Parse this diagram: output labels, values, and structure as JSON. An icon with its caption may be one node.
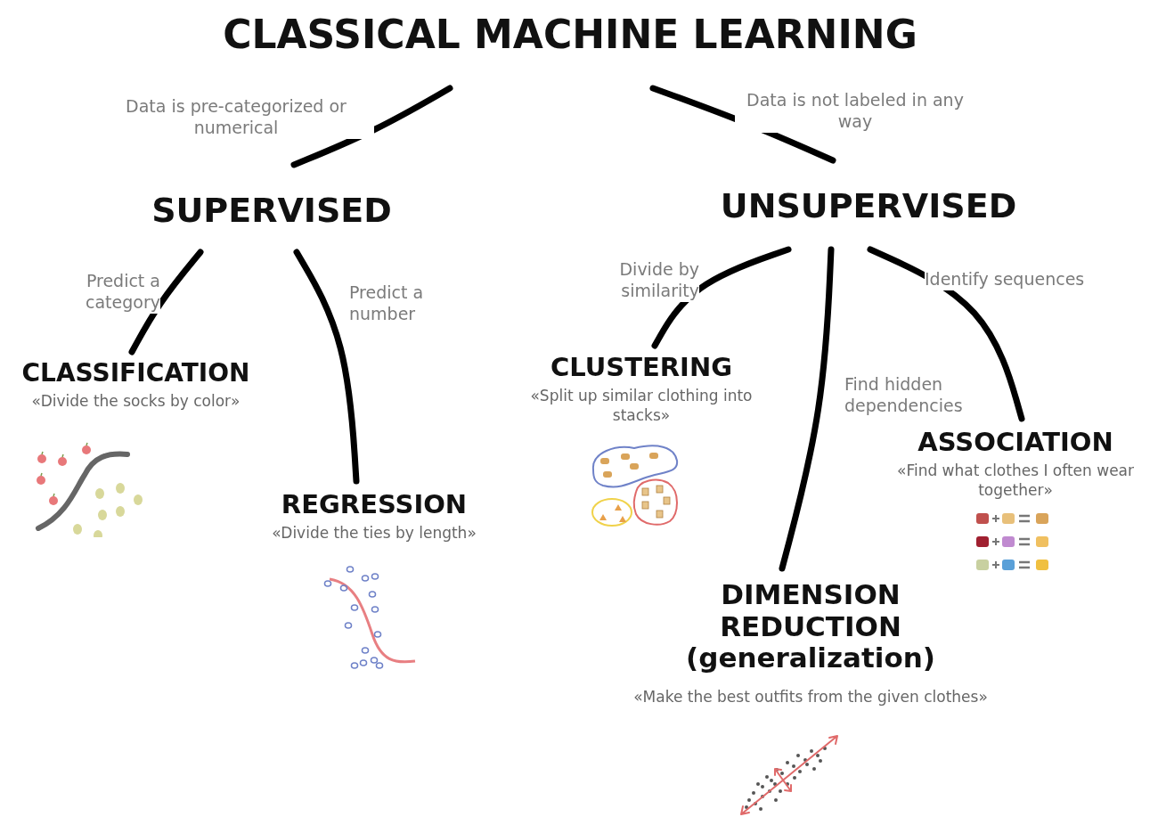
{
  "diagram": {
    "nodes": [
      {
        "text": [
          "CLASSICAL MACHINE LEARNING"
        ]
      },
      {
        "text": [
          "SUPERVISED"
        ]
      },
      {
        "text": [
          "UNSUPERVISED"
        ]
      },
      {
        "text": [
          "CLASSIFICATION",
          "«Divide the socks by color»"
        ]
      },
      {
        "text": [
          "REGRESSION",
          "«Divide the ties by length»"
        ]
      },
      {
        "text": [
          "CLUSTERING",
          "«Split up similar clothing into stacks»"
        ]
      },
      {
        "text": [
          "DIMENSION REDUCTION (generalization)",
          "«Make the best outfits from the given clothes»"
        ]
      },
      {
        "text": [
          "ASSOCIATION",
          "«Find what clothes I often wear together»"
        ]
      }
    ],
    "edges": [
      {
        "from": 0,
        "to": 1,
        "arrow": "none",
        "label": "Data is pre-categorized or numerical"
      },
      {
        "from": 0,
        "to": 2,
        "arrow": "none",
        "label": "Data is not labeled in any way"
      },
      {
        "from": 1,
        "to": 3,
        "arrow": "none",
        "label": "Predict a category"
      },
      {
        "from": 1,
        "to": 4,
        "arrow": "none",
        "label": "Predict a number"
      },
      {
        "from": 2,
        "to": 5,
        "arrow": "none",
        "label": "Divide by similarity"
      },
      {
        "from": 2,
        "to": 6,
        "arrow": "none",
        "label": "Find hidden dependencies"
      },
      {
        "from": 2,
        "to": 7,
        "arrow": "none",
        "label": "Identify sequences"
      }
    ]
  }
}
